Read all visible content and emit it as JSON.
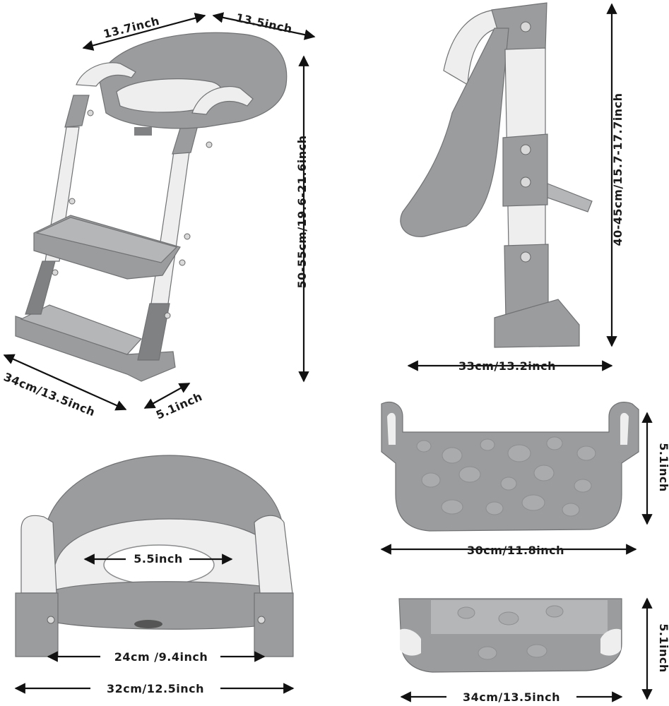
{
  "colors": {
    "plastic_gray": "#9a9c9e",
    "plastic_white": "#eeeeee",
    "text": "#1a1a1a",
    "background": "#ffffff"
  },
  "dimensions": {
    "ladder_top_width": "13.7inch",
    "ladder_top_depth": "13.5inch",
    "ladder_height": "50-55cm/19.6-21.6inch",
    "ladder_base_width": "34cm/13.5inch",
    "ladder_base_depth": "5.1inch",
    "side_height": "40-45cm/15.7-17.7inch",
    "side_depth": "33cm/13.2inch",
    "step_height": "5.1inch",
    "step_width": "30cm/11.8inch",
    "seat_hole": "5.5inch",
    "seat_inner_width": "24cm /9.4inch",
    "seat_outer_width": "32cm/12.5inch",
    "bottom_step_height": "5.1inch",
    "bottom_step_width": "34cm/13.5inch"
  }
}
